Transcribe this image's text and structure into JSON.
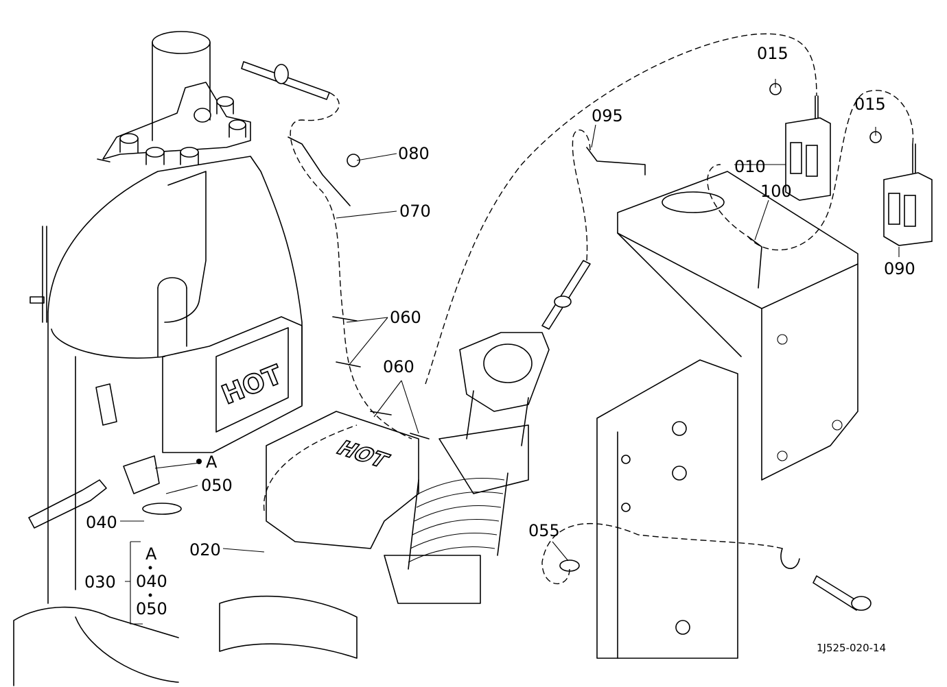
{
  "diagram": {
    "drawing_code": "1J525-020-14",
    "hot_text": "HOT",
    "callouts": [
      {
        "id": "c015a",
        "text": "015"
      },
      {
        "id": "c015b",
        "text": "015"
      },
      {
        "id": "c095",
        "text": "095"
      },
      {
        "id": "c080",
        "text": "080"
      },
      {
        "id": "c010",
        "text": "010"
      },
      {
        "id": "c100",
        "text": "100"
      },
      {
        "id": "c070",
        "text": "070"
      },
      {
        "id": "c090",
        "text": "090"
      },
      {
        "id": "c060a",
        "text": "060"
      },
      {
        "id": "c060b",
        "text": "060"
      },
      {
        "id": "cA",
        "text": "A"
      },
      {
        "id": "c050",
        "text": "050"
      },
      {
        "id": "c055",
        "text": "055"
      },
      {
        "id": "c040",
        "text": "040"
      },
      {
        "id": "c020",
        "text": "020"
      },
      {
        "id": "cA2",
        "text": "A"
      },
      {
        "id": "c030",
        "text": "030"
      },
      {
        "id": "c040b",
        "text": "040"
      },
      {
        "id": "c050b",
        "text": "050"
      }
    ]
  }
}
